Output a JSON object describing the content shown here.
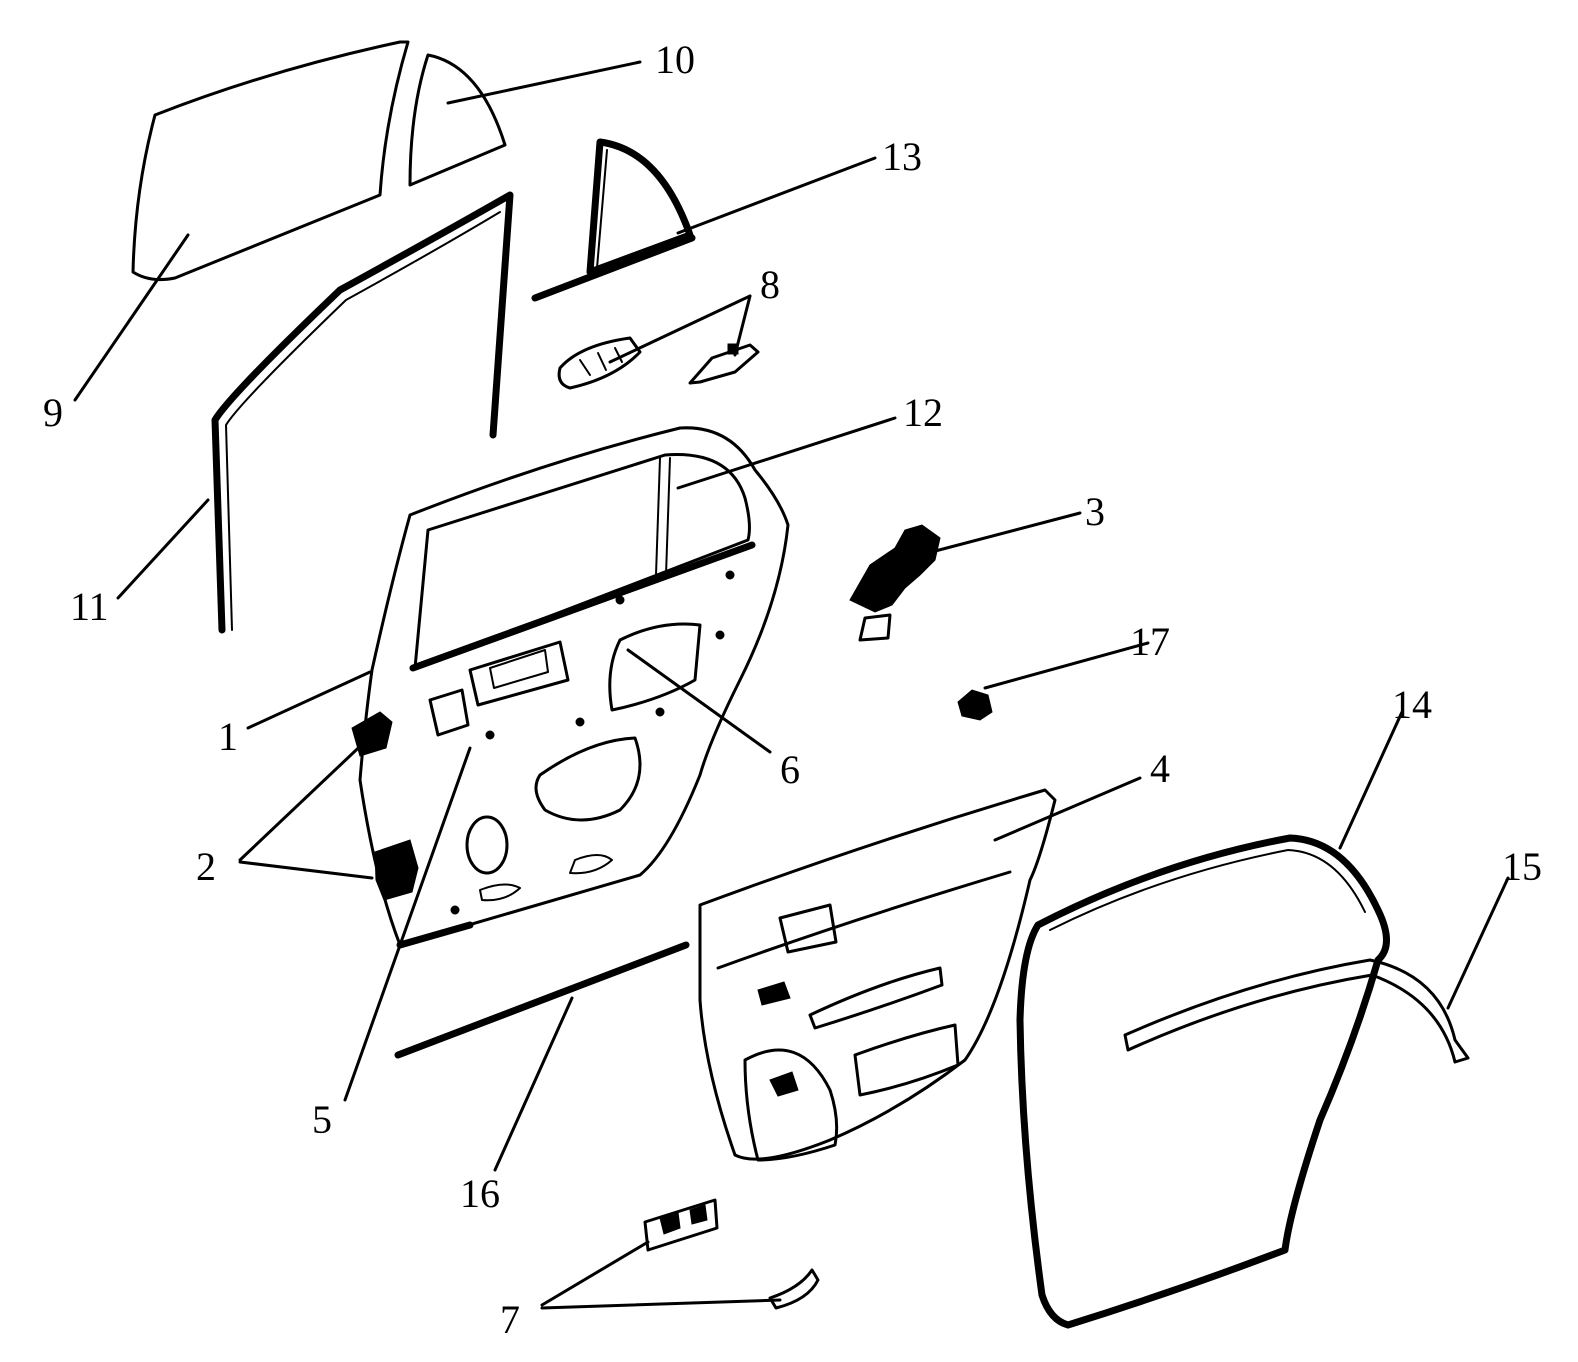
{
  "labels": {
    "l1": "1",
    "l2": "2",
    "l3": "3",
    "l4": "4",
    "l5": "5",
    "l6": "6",
    "l7": "7",
    "l8": "8",
    "l9": "9",
    "l10": "10",
    "l11": "11",
    "l12": "12",
    "l13": "13",
    "l14": "14",
    "l15": "15",
    "l16": "16",
    "l17": "17"
  },
  "colors": {
    "ink": "#000000",
    "paper": "#ffffff"
  }
}
